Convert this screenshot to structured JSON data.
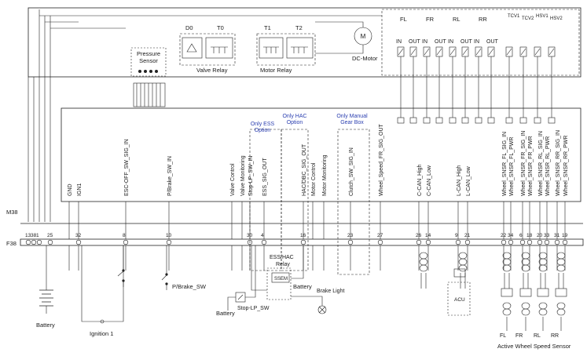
{
  "top": {
    "pressure_sensor_line1": "Pressure",
    "pressure_sensor_line2": "Sensor",
    "d0": "D0",
    "t0": "T0",
    "t1": "T1",
    "t2": "T2",
    "valve_relay": "Valve Relay",
    "motor_relay": "Motor Relay",
    "dc_motor": "DC-Motor",
    "valve_groups": [
      "FL",
      "FR",
      "RL",
      "RR"
    ],
    "io_labels": [
      "IN",
      "OUT",
      "IN",
      "OUT",
      "IN",
      "OUT",
      "IN",
      "OUT"
    ],
    "tcv_labels": [
      "TCV1",
      "TCV2",
      "HSV1",
      "HSV2"
    ]
  },
  "options": {
    "ess_line1": "Only ESS",
    "ess_line2": "Option",
    "hac_line1": "Only HAC",
    "hac_line2": "Option",
    "gearbox_line1": "Only Manual",
    "gearbox_line2": "Gear Box"
  },
  "signals": [
    {
      "label": "GND",
      "pin": "13"
    },
    {
      "label": "IGN1",
      "pin": "32"
    },
    {
      "label": "ESC-OFF_SW_SIG_IN",
      "pin": "8"
    },
    {
      "label": "P/Brake_SW_IN",
      "pin": "10"
    },
    {
      "label": "Valve Control",
      "pin": ""
    },
    {
      "label": "Valve Monitoring",
      "pin": ""
    },
    {
      "label": "Stop-LP_SW_IN",
      "pin": "30"
    },
    {
      "label": "ESS_SIG_OUT",
      "pin": "4"
    },
    {
      "label": "HAC/DBC_SIG_OUT",
      "pin": "16"
    },
    {
      "label": "Motor Control",
      "pin": ""
    },
    {
      "label": "Motor Monitoring",
      "pin": ""
    },
    {
      "label": "Clutch_SW_SIG_IN",
      "pin": "23"
    },
    {
      "label": "Wheel_Speed_FR_SIG_OUT",
      "pin": "27"
    },
    {
      "label": "C-CAN_High",
      "pin": "26"
    },
    {
      "label": "C-CAN_Low",
      "pin": "14"
    },
    {
      "label": "L-CAN_High",
      "pin": "9"
    },
    {
      "label": "L-CAN_Low",
      "pin": "21"
    },
    {
      "label": "Wheel_SNSR_FL_SIG_IN",
      "pin": "22"
    },
    {
      "label": "Wheel_SNSR_FL_PWR",
      "pin": "34"
    },
    {
      "label": "Wheel_SNSR_FR_SIG_IN",
      "pin": "6"
    },
    {
      "label": "Wheel_SNSR_FR_PWR",
      "pin": "18"
    },
    {
      "label": "Wheel_SNSR_RL_SIG_IN",
      "pin": "20"
    },
    {
      "label": "Wheel_SNSR_RL_PWR",
      "pin": "33"
    },
    {
      "label": "Wheel_SNSR_RR_SIG_IN",
      "pin": "31"
    },
    {
      "label": "Wheel_SNSR_RR_PWR",
      "pin": "19"
    }
  ],
  "extra_pins": [
    "38",
    "1",
    "25"
  ],
  "connectors": {
    "m38": "M38",
    "f38": "F38"
  },
  "bottom": {
    "battery": "Battery",
    "ignition": "Ignition 1",
    "pbrake_sw": "P/Brake_SW",
    "relay_line1": "ESS/HAC",
    "relay_line2": "Relay",
    "ssem": "SSEM",
    "relay_battery": "Battery",
    "brake_light": "Brake Light",
    "stop_lp_sw": "Stop-LP_SW",
    "stop_battery": "Battery",
    "acu": "ACU",
    "wheel_labels": [
      "FL",
      "FR",
      "RL",
      "RR"
    ],
    "wheel_sensor_title": "Active Wheel Speed Sensor"
  }
}
